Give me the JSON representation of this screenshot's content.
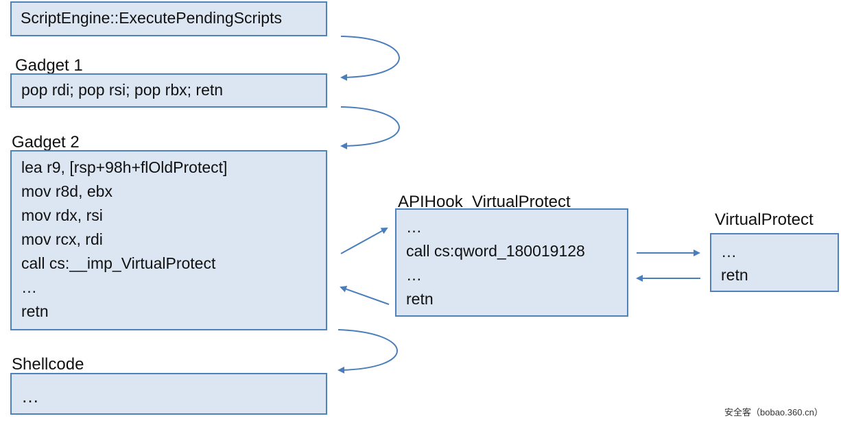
{
  "box1": {
    "lines": [
      "ScriptEngine::ExecutePendingScripts"
    ]
  },
  "gadget1": {
    "title": "Gadget 1",
    "lines": [
      "pop rdi; pop rsi; pop rbx; retn"
    ]
  },
  "gadget2": {
    "title": "Gadget 2",
    "lines": [
      "lea r9, [rsp+98h+flOldProtect]",
      "mov r8d, ebx",
      "mov rdx, rsi",
      "mov rcx, rdi",
      "call cs:__imp_VirtualProtect",
      "…",
      "retn"
    ]
  },
  "apihook": {
    "title": "APIHook_VirtualProtect",
    "lines": [
      "…",
      "call cs:qword_180019128",
      "…",
      "retn"
    ]
  },
  "virtualprotect": {
    "title": "VirtualProtect",
    "lines": [
      "…",
      "retn"
    ]
  },
  "shellcode": {
    "title": "Shellcode",
    "lines": [
      "…"
    ]
  },
  "watermark": "安全客（bobao.360.cn）",
  "colors": {
    "box_fill": "#dce6f2",
    "box_border": "#4f81bd",
    "arrow": "#4a7ebb"
  }
}
